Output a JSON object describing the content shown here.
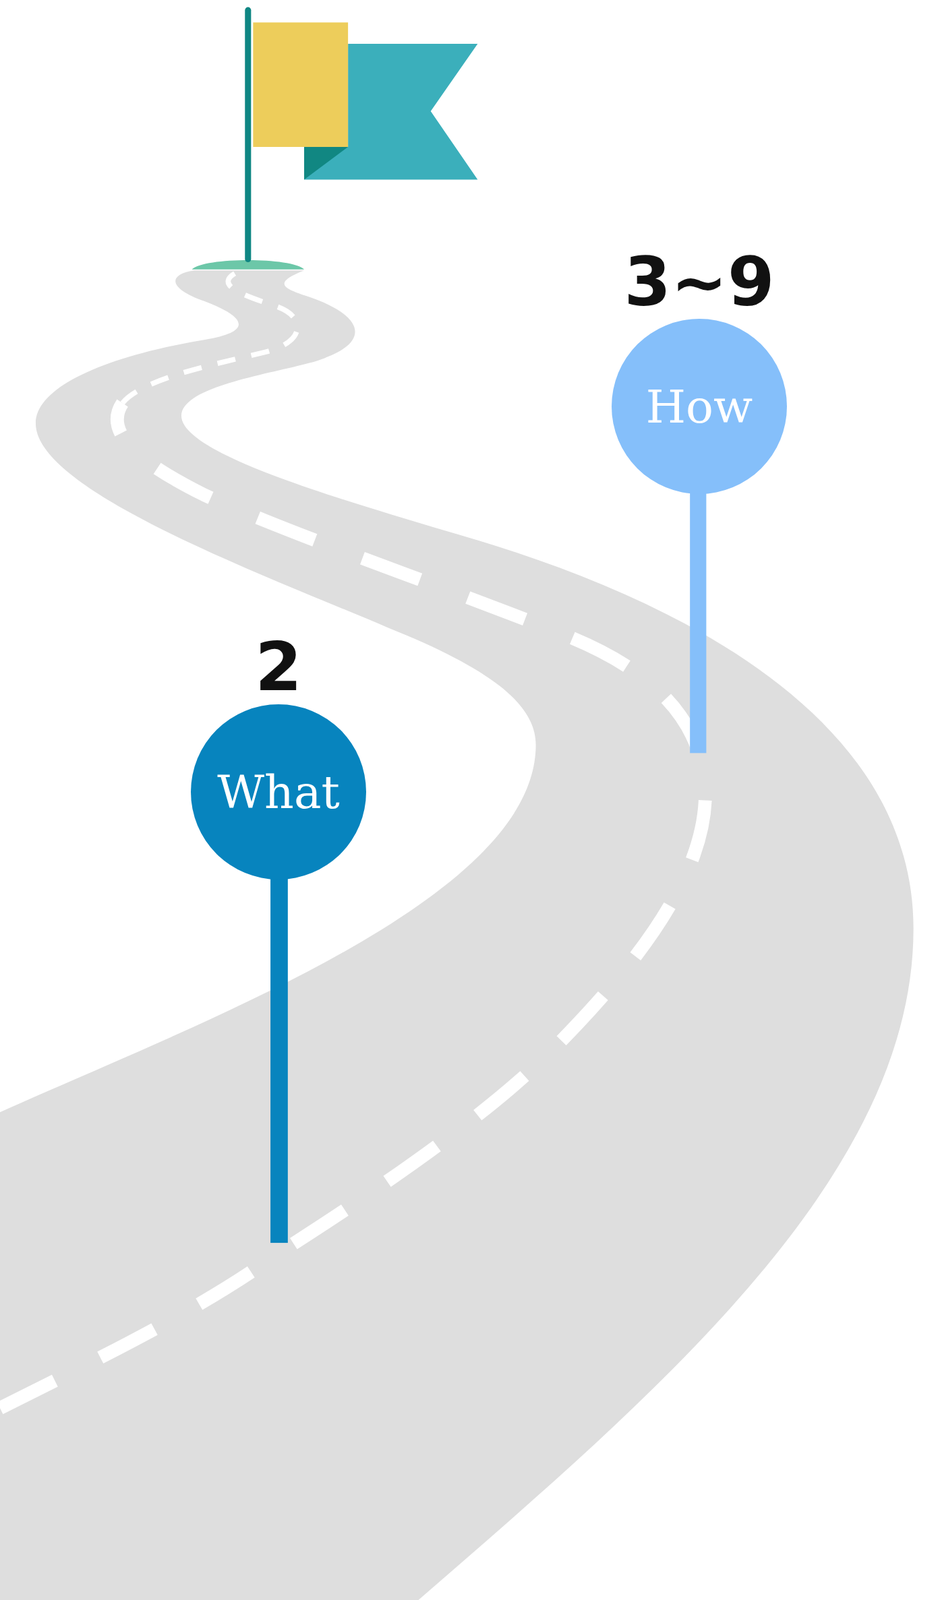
{
  "diagram": {
    "nodes": [
      {
        "text": [
          "2",
          "What"
        ]
      },
      {
        "text": [
          "3~9",
          "How"
        ]
      }
    ]
  }
}
